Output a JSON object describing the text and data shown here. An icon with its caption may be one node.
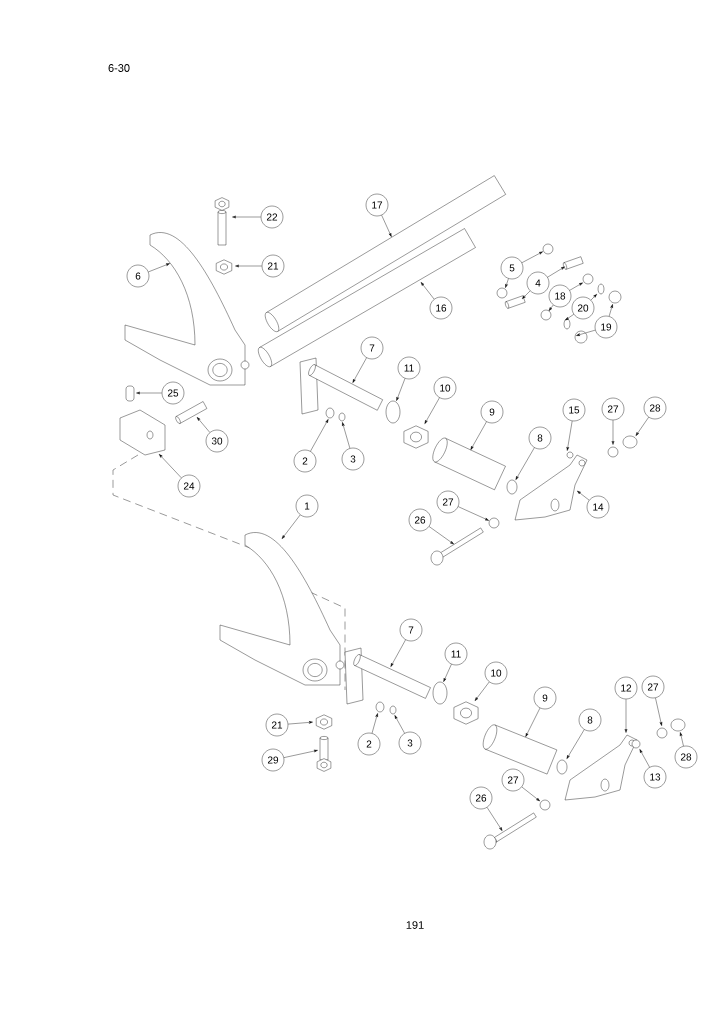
{
  "diagram": {
    "nodes": [
      {
        "text": [
          "22"
        ]
      },
      {
        "text": [
          "21"
        ]
      },
      {
        "text": [
          "6"
        ]
      },
      {
        "text": [
          "17"
        ]
      },
      {
        "text": [
          "16"
        ]
      },
      {
        "text": [
          "5"
        ]
      },
      {
        "text": [
          "4"
        ]
      },
      {
        "text": [
          "18"
        ]
      },
      {
        "text": [
          "20"
        ]
      },
      {
        "text": [
          "19"
        ]
      },
      {
        "text": [
          "7"
        ]
      },
      {
        "text": [
          "11"
        ]
      },
      {
        "text": [
          "10"
        ]
      },
      {
        "text": [
          "9"
        ]
      },
      {
        "text": [
          "15"
        ]
      },
      {
        "text": [
          "27"
        ]
      },
      {
        "text": [
          "28"
        ]
      },
      {
        "text": [
          "8"
        ]
      },
      {
        "text": [
          "14"
        ]
      },
      {
        "text": [
          "25"
        ]
      },
      {
        "text": [
          "30"
        ]
      },
      {
        "text": [
          "2"
        ]
      },
      {
        "text": [
          "3"
        ]
      },
      {
        "text": [
          "24"
        ]
      },
      {
        "text": [
          "27"
        ]
      },
      {
        "text": [
          "26"
        ]
      },
      {
        "text": [
          "1"
        ]
      },
      {
        "text": [
          "7"
        ]
      },
      {
        "text": [
          "11"
        ]
      },
      {
        "text": [
          "10"
        ]
      },
      {
        "text": [
          "9"
        ]
      },
      {
        "text": [
          "12"
        ]
      },
      {
        "text": [
          "27"
        ]
      },
      {
        "text": [
          "8"
        ]
      },
      {
        "text": [
          "28"
        ]
      },
      {
        "text": [
          "13"
        ]
      },
      {
        "text": [
          "27"
        ]
      },
      {
        "text": [
          "21"
        ]
      },
      {
        "text": [
          "29"
        ]
      },
      {
        "text": [
          "2"
        ]
      },
      {
        "text": [
          "3"
        ]
      },
      {
        "text": [
          "26"
        ]
      },
      {
        "text": [],
        "shape": "picture"
      },
      {
        "text": [],
        "shape": "picture"
      },
      {
        "text": [],
        "shape": "picture"
      },
      {
        "text": [],
        "shape": "picture"
      },
      {
        "text": [],
        "shape": "picture"
      },
      {
        "text": [],
        "shape": "circle"
      },
      {
        "text": [],
        "shape": "circle"
      },
      {
        "text": [],
        "shape": "picture"
      },
      {
        "text": [],
        "shape": "picture"
      },
      {
        "text": [],
        "shape": "circle"
      },
      {
        "text": [],
        "shape": "circle"
      },
      {
        "text": [],
        "shape": "circle"
      },
      {
        "text": [],
        "shape": "circle"
      },
      {
        "text": [],
        "shape": "circle"
      },
      {
        "text": [],
        "shape": "circle"
      },
      {
        "text": [],
        "shape": "picture"
      },
      {
        "text": [],
        "shape": "circle"
      },
      {
        "text": [],
        "shape": "picture"
      },
      {
        "text": [],
        "shape": "picture"
      },
      {
        "text": [],
        "shape": "circle"
      },
      {
        "text": [],
        "shape": "circle"
      },
      {
        "text": [],
        "shape": "circle"
      },
      {
        "text": [],
        "shape": "circle"
      },
      {
        "text": [],
        "shape": "picture"
      },
      {
        "text": [],
        "shape": "box"
      },
      {
        "text": [],
        "shape": "picture"
      },
      {
        "text": [],
        "shape": "circle"
      },
      {
        "text": [],
        "shape": "circle"
      },
      {
        "text": [],
        "shape": "picture"
      },
      {
        "text": [],
        "shape": "circle"
      },
      {
        "text": [],
        "shape": "picture"
      },
      {
        "text": [],
        "shape": "picture"
      },
      {
        "text": [],
        "shape": "picture"
      },
      {
        "text": [],
        "shape": "circle"
      },
      {
        "text": [],
        "shape": "picture"
      },
      {
        "text": [],
        "shape": "picture"
      },
      {
        "text": [],
        "shape": "picture"
      },
      {
        "text": [],
        "shape": "circle"
      },
      {
        "text": [],
        "shape": "circle"
      },
      {
        "text": [],
        "shape": "circle"
      },
      {
        "text": [],
        "shape": "circle"
      },
      {
        "text": [],
        "shape": "circle"
      },
      {
        "text": [],
        "shape": "picture"
      },
      {
        "text": [],
        "shape": "picture"
      },
      {
        "text": [],
        "shape": "circle"
      },
      {
        "text": [],
        "shape": "circle"
      },
      {
        "text": [],
        "shape": "picture"
      }
    ],
    "edges": [
      {
        "from": 0,
        "to": 42,
        "arrow": "to"
      },
      {
        "from": 1,
        "to": 43,
        "arrow": "to"
      },
      {
        "from": 2,
        "to": 44,
        "arrow": "to"
      },
      {
        "from": 3,
        "to": 45,
        "arrow": "to"
      },
      {
        "from": 4,
        "to": 46,
        "arrow": "to"
      },
      {
        "from": 5,
        "to": 47,
        "arrow": "to"
      },
      {
        "from": 5,
        "to": 48,
        "arrow": "to"
      },
      {
        "from": 6,
        "to": 49,
        "arrow": "to"
      },
      {
        "from": 6,
        "to": 50,
        "arrow": "to"
      },
      {
        "from": 7,
        "to": 51,
        "arrow": "to"
      },
      {
        "from": 7,
        "to": 52,
        "arrow": "to"
      },
      {
        "from": 8,
        "to": 53,
        "arrow": "to"
      },
      {
        "from": 8,
        "to": 54,
        "arrow": "to"
      },
      {
        "from": 9,
        "to": 55,
        "arrow": "to"
      },
      {
        "from": 9,
        "to": 56,
        "arrow": "to"
      },
      {
        "from": 10,
        "to": 57,
        "arrow": "to"
      },
      {
        "from": 11,
        "to": 58,
        "arrow": "to"
      },
      {
        "from": 12,
        "to": 59,
        "arrow": "to"
      },
      {
        "from": 13,
        "to": 60,
        "arrow": "to"
      },
      {
        "from": 14,
        "to": 61,
        "arrow": "to"
      },
      {
        "from": 15,
        "to": 62,
        "arrow": "to"
      },
      {
        "from": 16,
        "to": 63,
        "arrow": "to"
      },
      {
        "from": 17,
        "to": 64,
        "arrow": "to"
      },
      {
        "from": 18,
        "to": 65,
        "arrow": "to"
      },
      {
        "from": 19,
        "to": 66,
        "arrow": "to"
      },
      {
        "from": 20,
        "to": 67,
        "arrow": "to"
      },
      {
        "from": 21,
        "to": 68,
        "arrow": "to"
      },
      {
        "from": 22,
        "to": 69,
        "arrow": "to"
      },
      {
        "from": 23,
        "to": 70,
        "arrow": "to"
      },
      {
        "from": 24,
        "to": 71,
        "arrow": "to"
      },
      {
        "from": 25,
        "to": 72,
        "arrow": "to"
      },
      {
        "from": 26,
        "to": 73,
        "arrow": "to"
      },
      {
        "from": 27,
        "to": 74,
        "arrow": "to"
      },
      {
        "from": 28,
        "to": 75,
        "arrow": "to"
      },
      {
        "from": 29,
        "to": 76,
        "arrow": "to"
      },
      {
        "from": 30,
        "to": 77,
        "arrow": "to"
      },
      {
        "from": 31,
        "to": 78,
        "arrow": "to"
      },
      {
        "from": 32,
        "to": 79,
        "arrow": "to"
      },
      {
        "from": 33,
        "to": 80,
        "arrow": "to"
      },
      {
        "from": 34,
        "to": 81,
        "arrow": "to"
      },
      {
        "from": 35,
        "to": 82,
        "arrow": "to"
      },
      {
        "from": 36,
        "to": 83,
        "arrow": "to"
      },
      {
        "from": 37,
        "to": 84,
        "arrow": "to"
      },
      {
        "from": 38,
        "to": 85,
        "arrow": "to"
      },
      {
        "from": 39,
        "to": 86,
        "arrow": "to"
      },
      {
        "from": 40,
        "to": 87,
        "arrow": "to"
      },
      {
        "from": 41,
        "to": 88,
        "arrow": "to"
      }
    ],
    "labels": [
      "6-30",
      "191"
    ]
  }
}
